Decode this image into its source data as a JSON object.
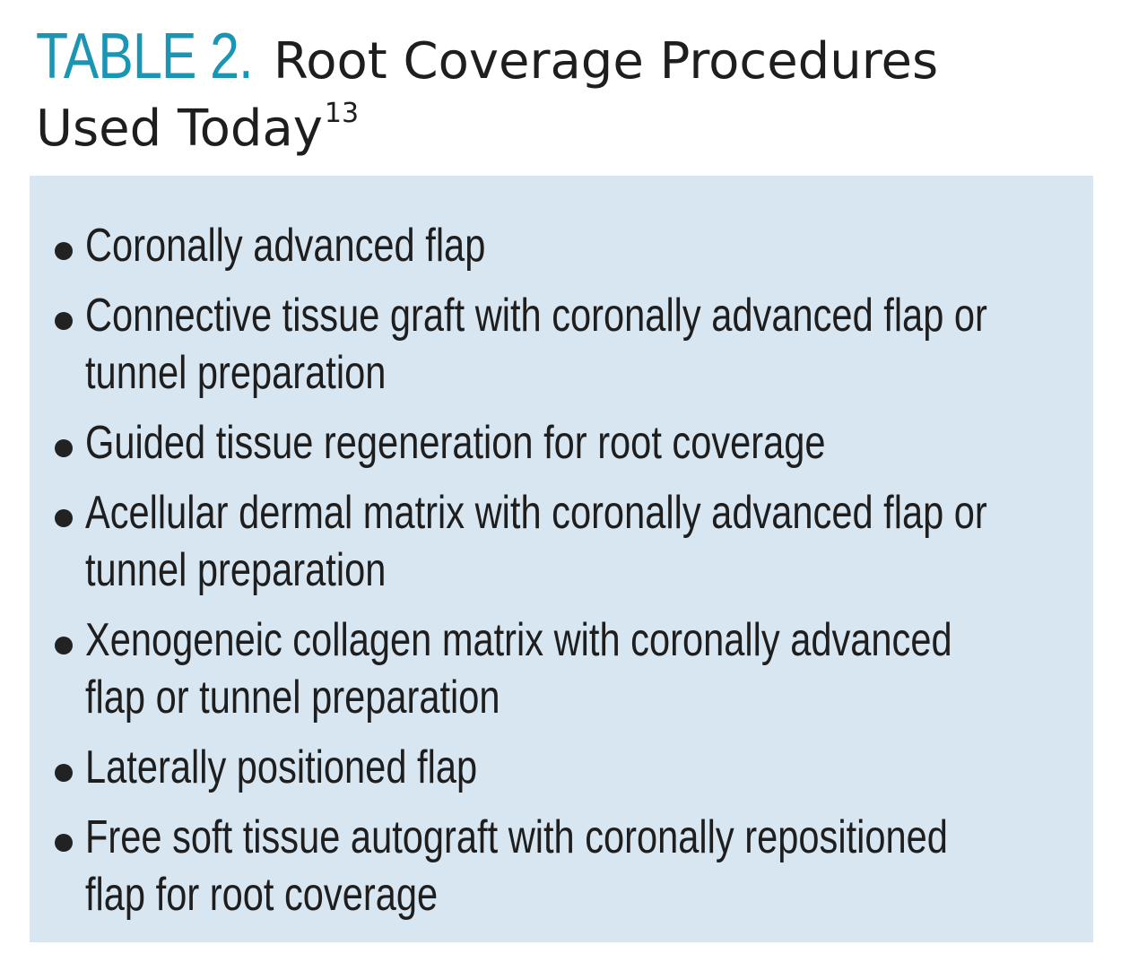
{
  "header": {
    "table_label": "TABLE 2.",
    "title_line1": "Root Coverage Procedures",
    "title_line2": "Used Today",
    "reference": "13"
  },
  "procedures": [
    {
      "line1": "Coronally advanced flap",
      "line2": ""
    },
    {
      "line1": "Connective tissue graft with coronally advanced flap or",
      "line2": "tunnel preparation"
    },
    {
      "line1": "Guided tissue regeneration for root coverage",
      "line2": ""
    },
    {
      "line1": "Acellular dermal matrix with coronally advanced flap or",
      "line2": "tunnel preparation"
    },
    {
      "line1": "Xenogeneic collagen matrix with coronally advanced",
      "line2": "flap or tunnel preparation"
    },
    {
      "line1": "Laterally positioned flap",
      "line2": ""
    },
    {
      "line1": "Free soft tissue autograft with coronally repositioned",
      "line2": "flap for root coverage"
    }
  ],
  "colors": {
    "accent": "#1a95b3",
    "box_background": "#d8e6f1",
    "text": "#1e1e1e"
  }
}
